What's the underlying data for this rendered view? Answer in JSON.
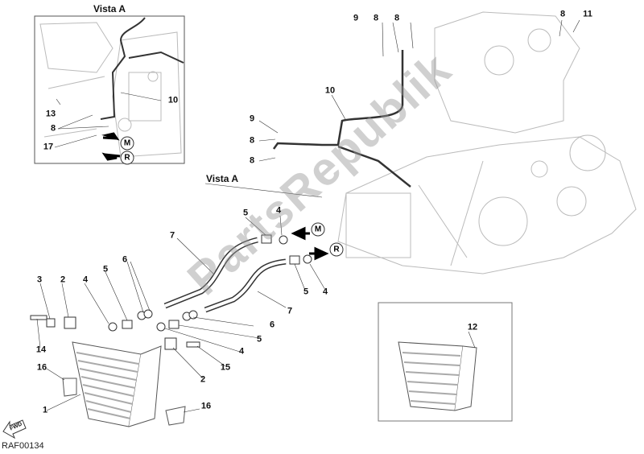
{
  "diagram": {
    "type": "exploded parts diagram",
    "subject": "oil cooler assembly",
    "code": "RAF00134",
    "watermark": "PartsRepublik",
    "views": {
      "inset_title": "Vista A",
      "main_callout": "Vista A"
    },
    "direction_marks": {
      "m": "M",
      "r": "R",
      "fwd": "FWD"
    },
    "callouts": {
      "inset": [
        "13",
        "10",
        "8",
        "17"
      ],
      "top": [
        "9",
        "8",
        "8",
        "8",
        "11",
        "10",
        "9",
        "8",
        "8"
      ],
      "hoses": [
        "5",
        "4",
        "7",
        "5",
        "4",
        "7"
      ],
      "cooler_left": [
        "3",
        "2",
        "4",
        "5",
        "6",
        "14",
        "16",
        "1",
        "16"
      ],
      "cooler_right": [
        "6",
        "5",
        "4",
        "15",
        "2"
      ],
      "alt_cooler": [
        "12"
      ]
    }
  }
}
